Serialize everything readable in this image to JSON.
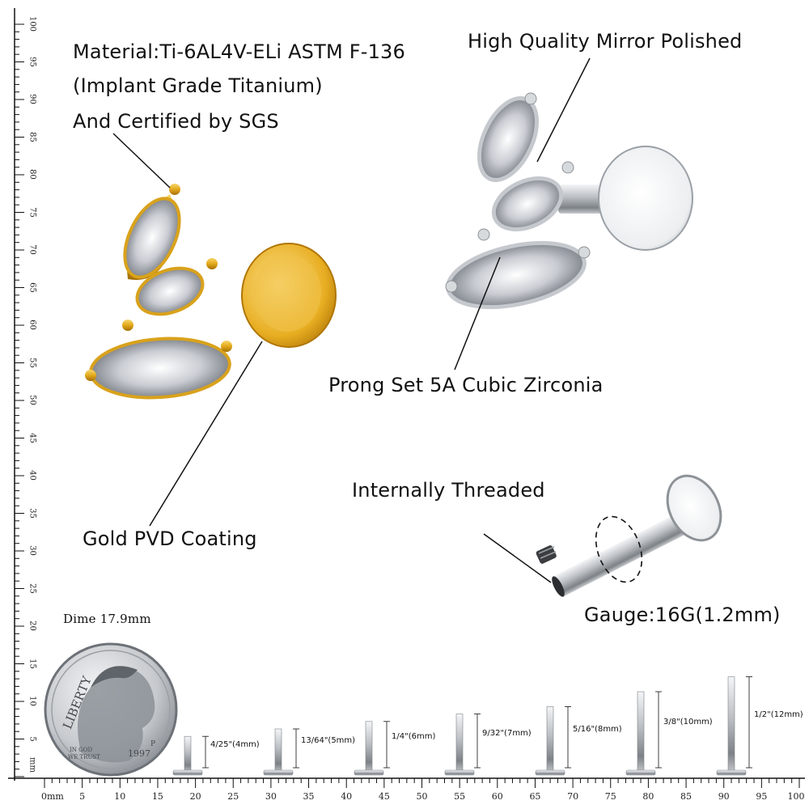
{
  "labels": {
    "material_1": "Material:Ti-6AL4V-ELi ASTM F-136",
    "material_2": "(Implant Grade Titanium)",
    "material_3": "And Certified by SGS",
    "polish": "High Quality Mirror Polished",
    "prong": "Prong Set 5A Cubic Zirconia",
    "coating": "Gold PVD Coating",
    "thread": "Internally Threaded",
    "gauge": "Gauge:16G(1.2mm)",
    "dime": "Dime 17.9mm"
  },
  "coin": {
    "word_top": "LIBERTY",
    "motto_1": "IN GOD",
    "motto_2": "WE TRUST",
    "year": "1997",
    "mint": "P"
  },
  "ruler": {
    "x_ticks": [
      "0mm",
      "5",
      "10",
      "15",
      "20",
      "25",
      "30",
      "35",
      "40",
      "45",
      "50",
      "55",
      "60",
      "65",
      "70",
      "75",
      "80",
      "85",
      "90",
      "95",
      "100"
    ],
    "y_ticks": [
      "100",
      "95",
      "90",
      "85",
      "80",
      "75",
      "70",
      "65",
      "60",
      "55",
      "50",
      "45",
      "40",
      "35",
      "30",
      "25",
      "20",
      "15",
      "10",
      "5",
      "mm"
    ]
  },
  "pin_lengths": [
    {
      "label": "4/25\"(4mm)",
      "mm": 4
    },
    {
      "label": "13/64\"(5mm)",
      "mm": 5
    },
    {
      "label": "1/4\"(6mm)",
      "mm": 6
    },
    {
      "label": "9/32\"(7mm)",
      "mm": 7
    },
    {
      "label": "5/16\"(8mm)",
      "mm": 8
    },
    {
      "label": "3/8\"(10mm)",
      "mm": 10
    },
    {
      "label": "1/2\"(12mm)",
      "mm": 12
    }
  ],
  "colors": {
    "gold": "#E3A91C",
    "silver": "#C9CDD2",
    "text": "#111111"
  }
}
